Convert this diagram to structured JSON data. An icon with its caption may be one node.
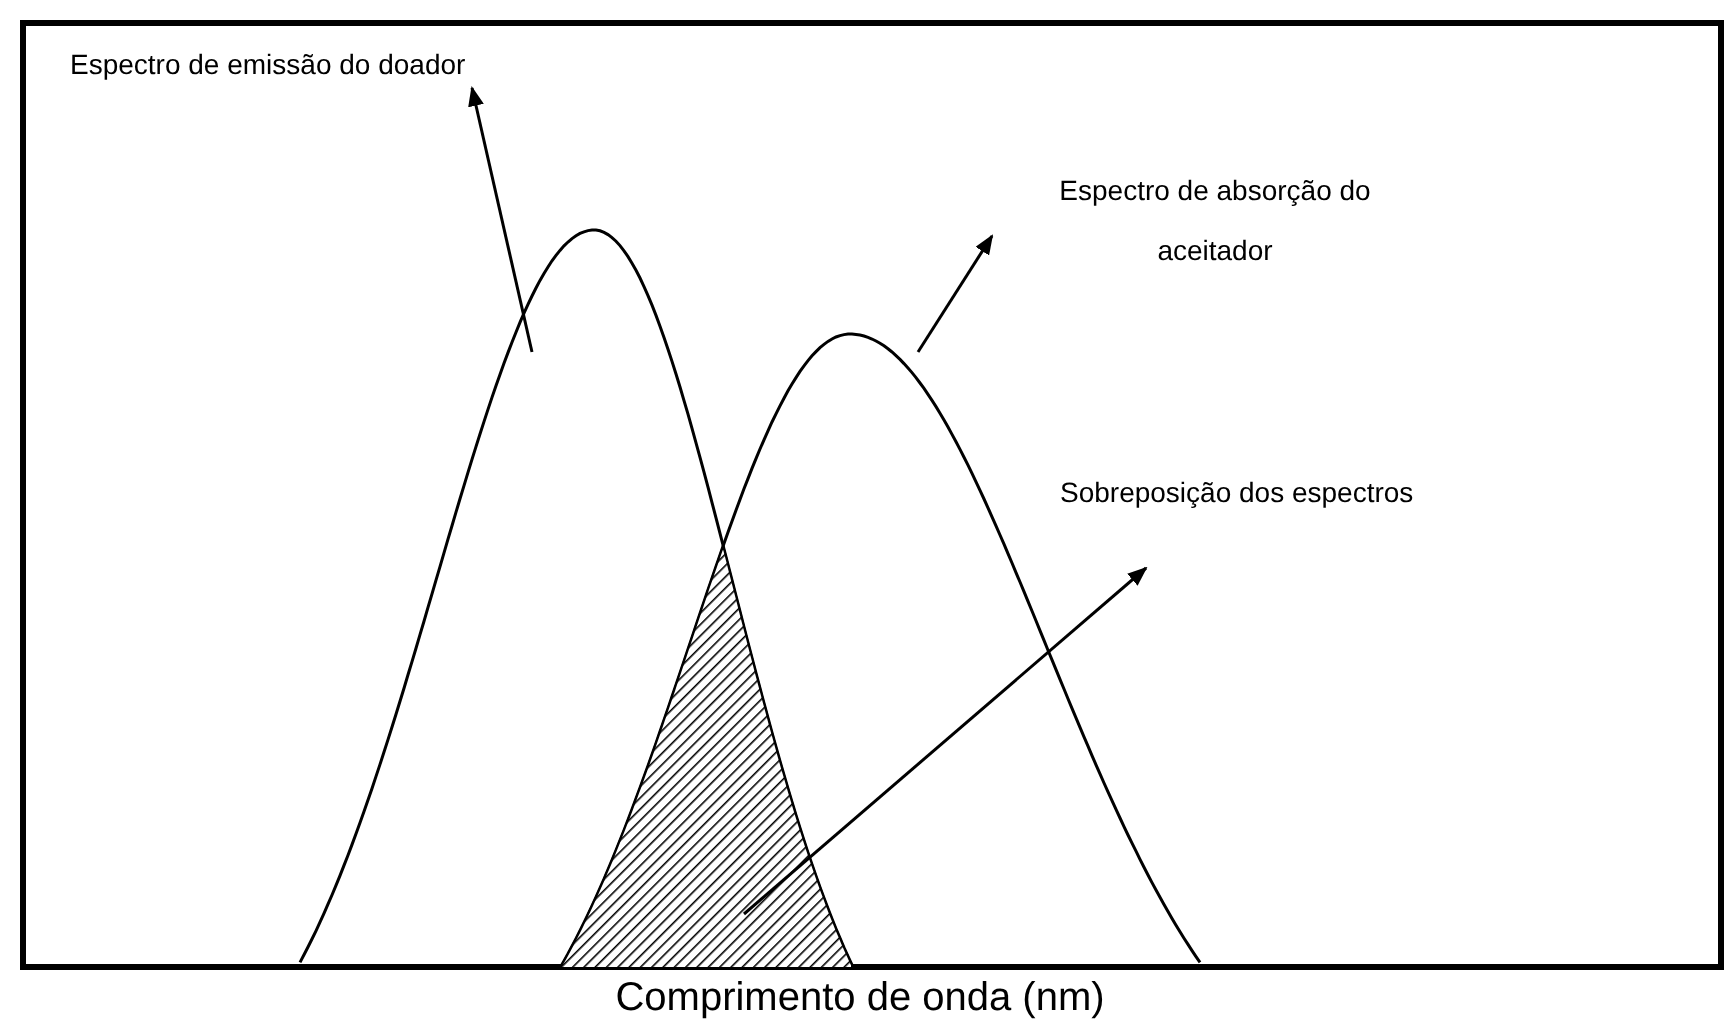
{
  "diagram": {
    "nodes": [
      {
        "text": [
          "Espectro de emissão do doador"
        ]
      },
      {
        "text": [
          "Espectro de absorção do aceitador"
        ]
      },
      {
        "text": [
          "Sobreposição dos espectros"
        ]
      },
      {
        "text": [],
        "shape": "area"
      }
    ],
    "edges": [
      {
        "from": null,
        "to": 0,
        "arrow": "to"
      },
      {
        "from": null,
        "to": 1,
        "arrow": "to"
      },
      {
        "from": 3,
        "to": 2,
        "arrow": "to"
      }
    ],
    "labels": [
      "Comprimento de onda (nm)"
    ]
  }
}
